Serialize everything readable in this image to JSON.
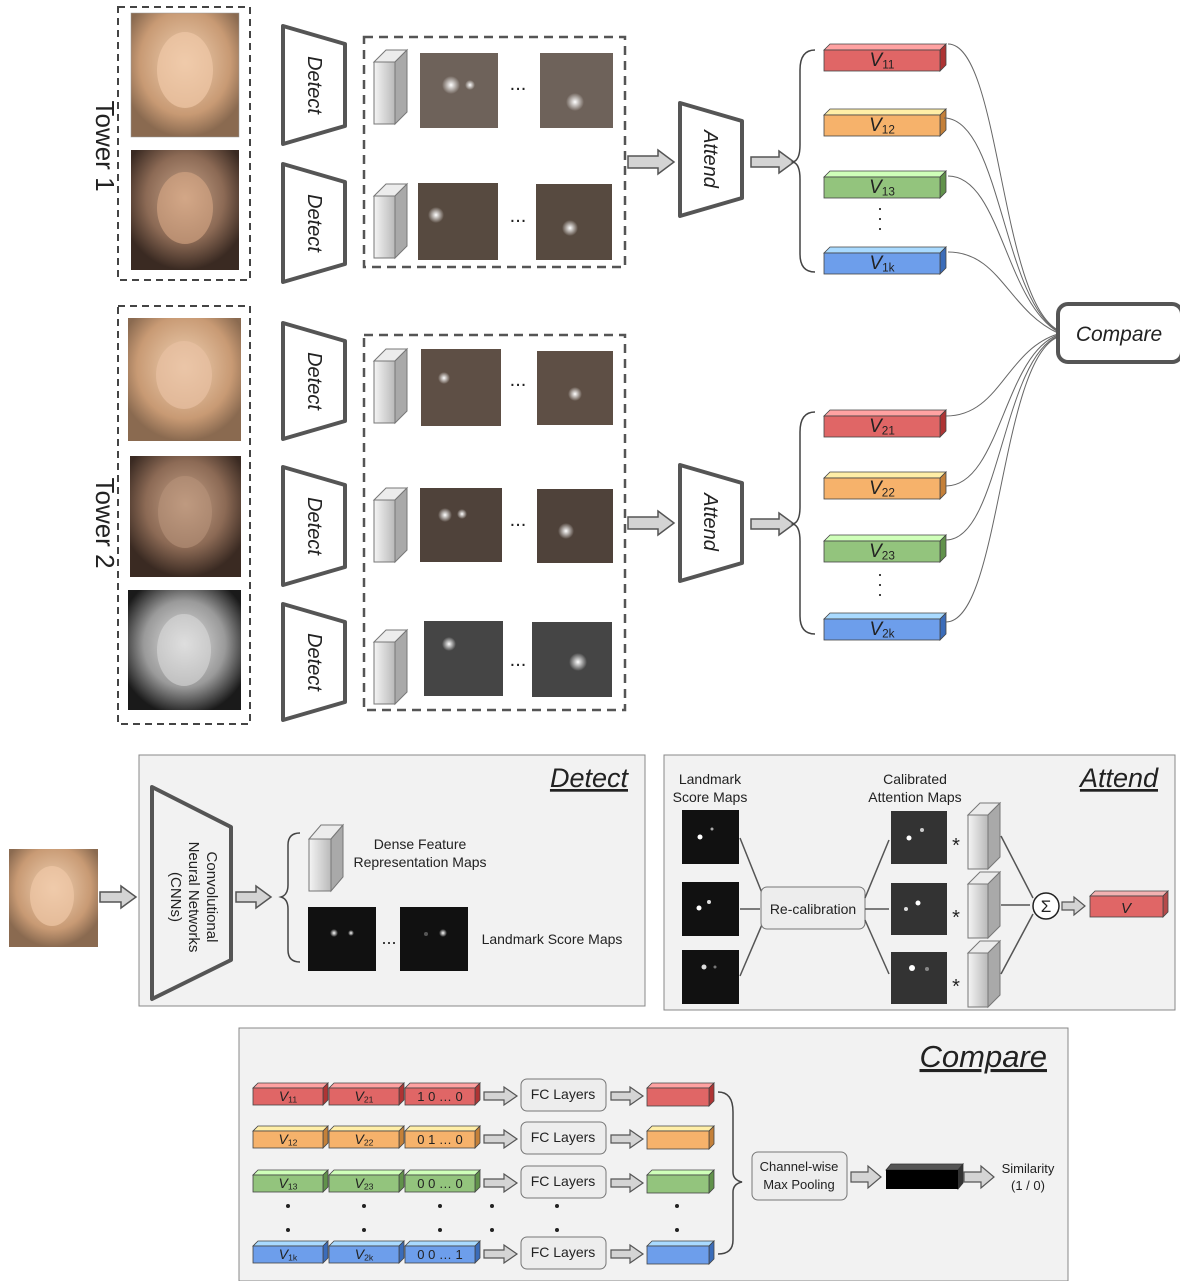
{
  "towers": [
    {
      "label": "Tower 1",
      "detect_labels": [
        "Detect",
        "Detect"
      ],
      "attend_label": "Attend",
      "vectors": [
        {
          "main": "V",
          "sub": "11",
          "color": "#e06666"
        },
        {
          "main": "V",
          "sub": "12",
          "color": "#f6b26b"
        },
        {
          "main": "V",
          "sub": "13",
          "color": "#93c47d"
        },
        {
          "main": "V",
          "sub": "1k",
          "color": "#6d9eeb"
        }
      ]
    },
    {
      "label": "Tower 2",
      "detect_labels": [
        "Detect",
        "Detect",
        "Detect"
      ],
      "attend_label": "Attend",
      "vectors": [
        {
          "main": "V",
          "sub": "21",
          "color": "#e06666"
        },
        {
          "main": "V",
          "sub": "22",
          "color": "#f6b26b"
        },
        {
          "main": "V",
          "sub": "23",
          "color": "#93c47d"
        },
        {
          "main": "V",
          "sub": "2k",
          "color": "#6d9eeb"
        }
      ]
    }
  ],
  "compare_node": "Compare",
  "ellipsis": "...",
  "vdots": ".",
  "detect_panel": {
    "title": "Detect",
    "cnn_lines": [
      "Convolutional",
      "Neural Networks",
      "(CNNs)"
    ],
    "dense_lines": [
      "Dense Feature",
      "Representation Maps"
    ],
    "landmark_label": "Landmark Score Maps"
  },
  "attend_panel": {
    "title": "Attend",
    "landmark_lines": [
      "Landmark",
      "Score Maps"
    ],
    "calibrated_lines": [
      "Calibrated",
      "Attention Maps"
    ],
    "recal_label": "Re-calibration",
    "multiply": "*",
    "sum": "Σ",
    "output": "V"
  },
  "compare_panel": {
    "title": "Compare",
    "rows": [
      {
        "a": "V",
        "a_sub": "11",
        "b": "V",
        "b_sub": "21",
        "onehot": "1 0 … 0",
        "color": "#e06666"
      },
      {
        "a": "V",
        "a_sub": "12",
        "b": "V",
        "b_sub": "22",
        "onehot": "0 1 … 0",
        "color": "#f6b26b"
      },
      {
        "a": "V",
        "a_sub": "13",
        "b": "V",
        "b_sub": "23",
        "onehot": "0 0 … 0",
        "color": "#93c47d"
      },
      {
        "a": "V",
        "a_sub": "1k",
        "b": "V",
        "b_sub": "2k",
        "onehot": "0 0 … 1",
        "color": "#6d9eeb"
      }
    ],
    "fc_label": "FC Layers",
    "pool_lines": [
      "Channel-wise",
      "Max Pooling"
    ],
    "similarity_lines": [
      "Similarity",
      "(1 / 0)"
    ]
  }
}
